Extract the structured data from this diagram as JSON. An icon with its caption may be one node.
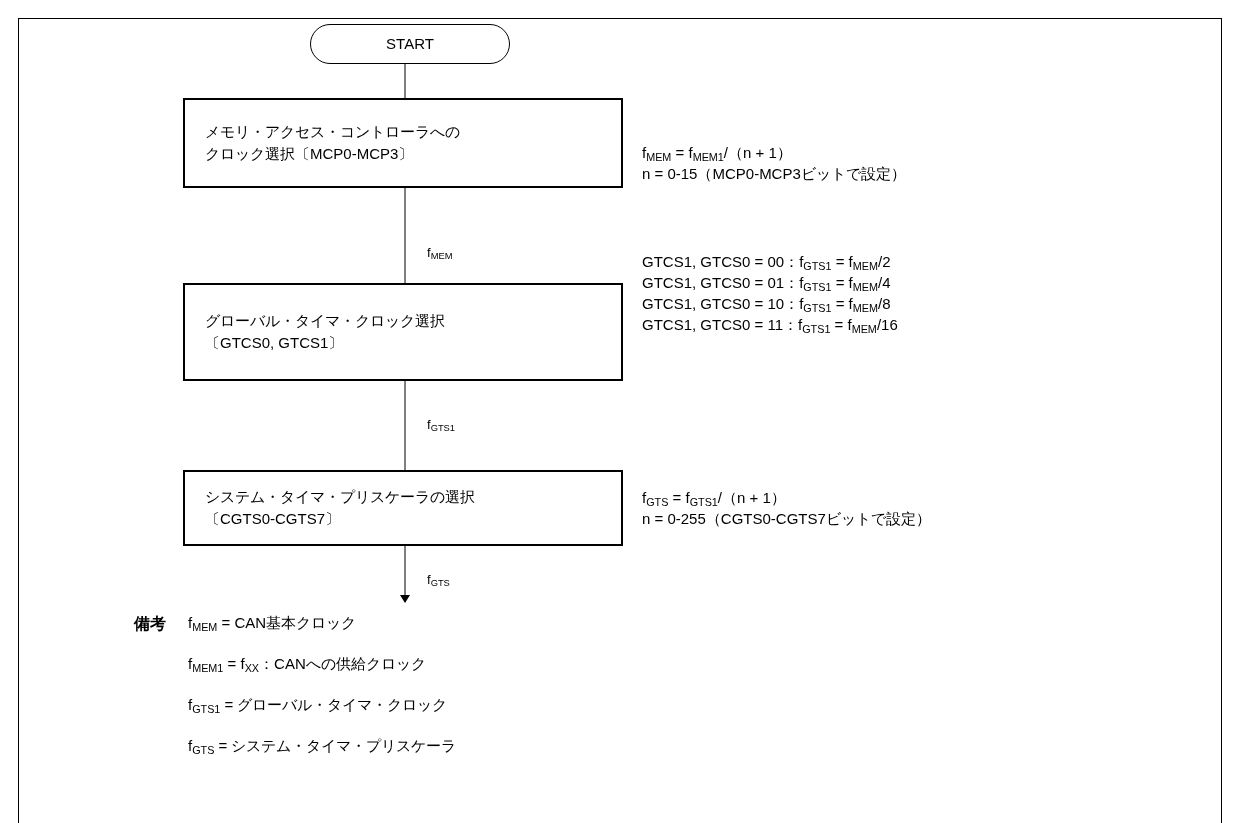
{
  "diagram": {
    "nodes": [
      {
        "text": [
          "START"
        ]
      },
      {
        "text": [
          "メモリ・アクセス・コントローラへのクロック選択〔MCP0-MCP3〕"
        ],
        "beside": [
          "f$_{MEM}$ = f$_{MEM1}$/（n + 1）",
          "n = 0-15（MCP0-MCP3ビットで設定）"
        ]
      },
      {
        "text": [
          "グローバル・タイマ・クロック選択",
          "〔GTCS0, GTCS1〕"
        ],
        "beside": [
          "GTCS1, GTCS0 = 00：f$_{GTS1}$ = f$_{MEM}$/2",
          "GTCS1, GTCS0 = 01：f$_{GTS1}$ = f$_{MEM}$/4",
          "GTCS1, GTCS0 = 10：f$_{GTS1}$ = f$_{MEM}$/8",
          "GTCS1, GTCS0 = 11：f$_{GTS1}$ = f$_{MEM}$/16"
        ]
      },
      {
        "text": [
          "システム・タイマ・プリスケーラの選択〔CGTS0-CGTS7〕"
        ],
        "beside": [
          "f$_{GTS}$ = f$_{GTS1}$/（n + 1）",
          "n = 0-255（CGTS0-CGTS7ビットで設定）"
        ]
      }
    ],
    "edges": [
      {
        "from": 0,
        "to": 1,
        "arrow": "none"
      },
      {
        "from": 1,
        "to": 2,
        "arrow": "none",
        "label": "f$_{MEM}$"
      },
      {
        "from": 2,
        "to": 3,
        "arrow": "none",
        "label": "f$_{GTS1}$"
      },
      {
        "from": 3,
        "to": null,
        "arrow": "to",
        "label": "f$_{GTS}$"
      }
    ],
    "labels": [
      "備考",
      "f$_{MEM}$ = CAN基本クロック",
      "f$_{MEM1}$ = f$_{XX}$：CANへの供給クロック",
      "f$_{GTS1}$ = グローバル・タイマ・クロック",
      "f$_{GTS}$ = システム・タイマ・プリスケーラ"
    ]
  }
}
